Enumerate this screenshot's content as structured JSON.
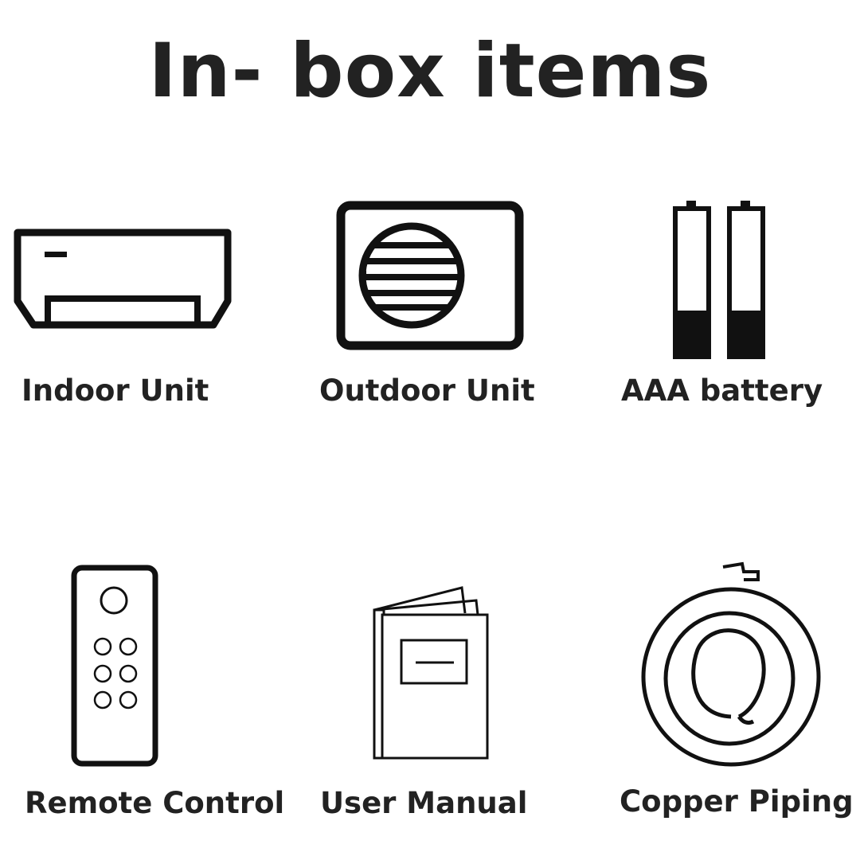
{
  "title": "In- box items",
  "items": [
    {
      "label": "Indoor Unit",
      "icon": "indoor-unit-icon"
    },
    {
      "label": "Outdoor Unit",
      "icon": "outdoor-unit-icon"
    },
    {
      "label": "AAA battery",
      "icon": "battery-icon"
    },
    {
      "label": "Remote Control",
      "icon": "remote-control-icon"
    },
    {
      "label": "User Manual",
      "icon": "user-manual-icon"
    },
    {
      "label": "Copper Piping",
      "icon": "copper-piping-icon"
    }
  ],
  "colors": {
    "ink": "#111111",
    "text": "#222222",
    "background": "#ffffff"
  }
}
